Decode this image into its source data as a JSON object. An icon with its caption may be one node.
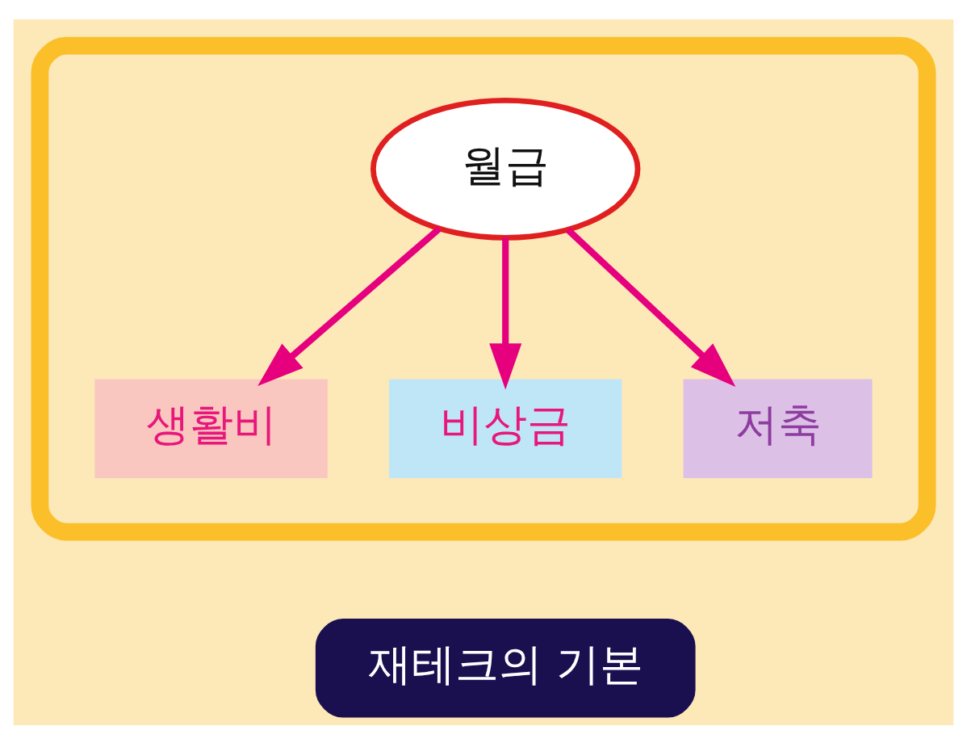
{
  "diagram": {
    "nodes": [
      {
        "text": [],
        "shape": "box"
      },
      {
        "text": [
          "월급"
        ],
        "in": 0
      },
      {
        "text": [
          "생활비"
        ],
        "in": 0
      },
      {
        "text": [
          "비상금"
        ],
        "in": 0
      },
      {
        "text": [
          "저축"
        ],
        "in": 0
      },
      {
        "text": [
          "재테크의 기본"
        ]
      }
    ],
    "edges": [
      {
        "from": 1,
        "to": 2,
        "arrow": "to",
        "color": "#e6007e"
      },
      {
        "from": 1,
        "to": 3,
        "arrow": "to",
        "color": "#e6007e"
      },
      {
        "from": 1,
        "to": 4,
        "arrow": "to",
        "color": "#e6007e"
      }
    ]
  }
}
